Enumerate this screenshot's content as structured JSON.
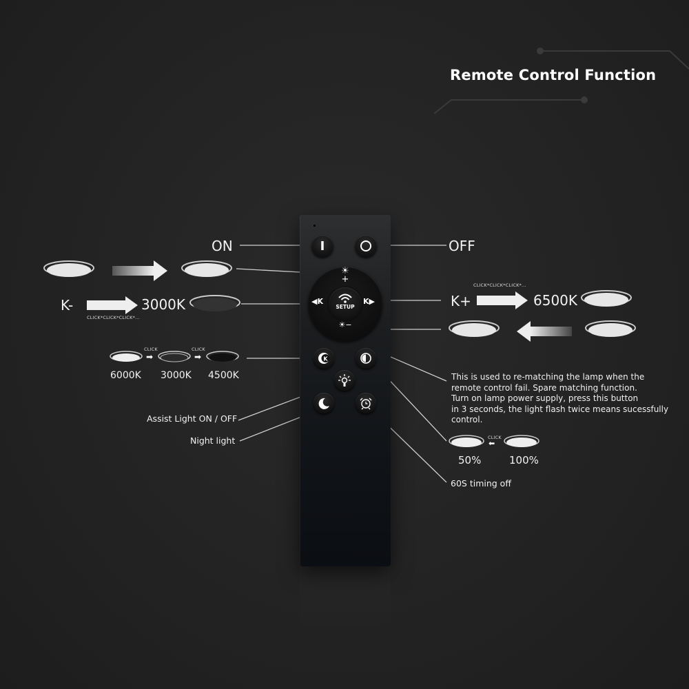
{
  "header": {
    "title": "Remote Control Function"
  },
  "remote": {
    "buttons": {
      "on": {
        "glyph": "I"
      },
      "off": {
        "glyph": "O"
      },
      "brightness_up": {
        "glyph": "☀+"
      },
      "brightness_down": {
        "glyph": "☀−"
      },
      "k_minus": {
        "glyph": "◀K"
      },
      "k_plus": {
        "glyph": "K▶"
      },
      "setup": {
        "label": "SETUP"
      }
    }
  },
  "labels": {
    "on": "ON",
    "off": "OFF",
    "k_minus": "K-",
    "k_minus_target": "3000K",
    "k_minus_click": "CLICK*CLICK*CLICK*...",
    "k_plus": "K+",
    "k_plus_target": "6500K",
    "k_plus_click": "CLICK*CLICK*CLICK*...",
    "cct_cycle": {
      "values": [
        "6000K",
        "3000K",
        "4500K"
      ],
      "click": "CLICK"
    },
    "assist_light": "Assist Light ON / OFF",
    "night_light": "Night light",
    "setup_desc": [
      "This is used to re-matching the lamp when the",
      "remote control fail. Spare matching function.",
      "Turn on lamp power supply, press this button",
      "in 3 seconds, the light flash twice means sucessfully",
      " control."
    ],
    "brightness_toggle": {
      "values": [
        "50%",
        "100%"
      ],
      "click": "CLICK"
    },
    "timer": "60S timing off"
  },
  "colors": {
    "background": "#232323",
    "text": "#ffffff",
    "line": "#cfcfcf",
    "remote": "#111418"
  }
}
